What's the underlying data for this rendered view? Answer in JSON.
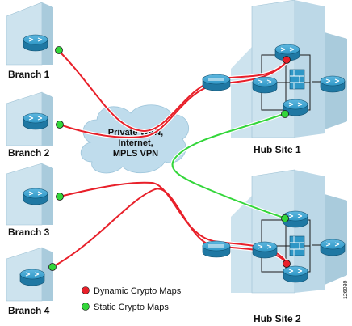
{
  "branches": [
    {
      "label": "Branch 1"
    },
    {
      "label": "Branch 2"
    },
    {
      "label": "Branch 3"
    },
    {
      "label": "Branch 4"
    }
  ],
  "hubs": [
    {
      "label": "Hub Site 1"
    },
    {
      "label": "Hub Site 2"
    }
  ],
  "cloud": {
    "lines": [
      "Private WAN,",
      "Internet,",
      "MPLS VPN"
    ]
  },
  "legend": {
    "dynamic": {
      "label": "Dynamic Crypto Maps",
      "color": "#e8202a"
    },
    "static": {
      "label": "Static Crypto Maps",
      "color": "#33d63a"
    }
  },
  "figure_id": "126080",
  "colors": {
    "building": "#cde3ee",
    "router": "#2f97c6",
    "cloud": "#bfdcec"
  }
}
